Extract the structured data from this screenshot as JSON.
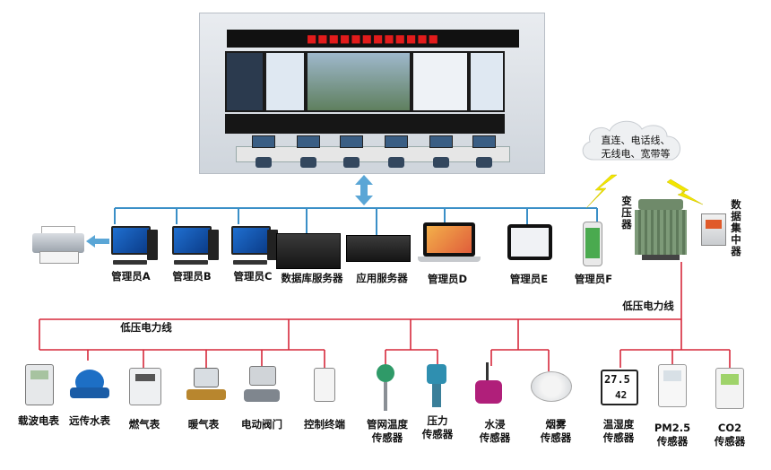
{
  "control_room": {
    "banner": "■■■■■■■■■■■■"
  },
  "cloud": {
    "line1": "直连、电话线、",
    "line2": "无线电、宽带等"
  },
  "lan_devices": [
    {
      "label": "管理员A"
    },
    {
      "label": "管理员B"
    },
    {
      "label": "管理员C"
    },
    {
      "label": "数据库服务器"
    },
    {
      "label": "应用服务器"
    },
    {
      "label": "管理员D"
    },
    {
      "label": "管理员E"
    },
    {
      "label": "管理员F"
    }
  ],
  "transformer": {
    "label": "变压器"
  },
  "concentrator": {
    "label": "数据集中器"
  },
  "power_line_right": "低压电力线",
  "power_line_left": "低压电力线",
  "field_devices": [
    {
      "label": "载波电表"
    },
    {
      "label": "远传水表"
    },
    {
      "label": "燃气表"
    },
    {
      "label": "暖气表"
    },
    {
      "label": "电动阀门"
    },
    {
      "label": "控制终端"
    },
    {
      "label1": "管网温度",
      "label2": "传感器"
    },
    {
      "label1": "压力",
      "label2": "传感器"
    },
    {
      "label1": "水浸",
      "label2": "传感器"
    },
    {
      "label1": "烟雾",
      "label2": "传感器"
    },
    {
      "label1": "温湿度",
      "label2": "传感器"
    },
    {
      "label1": "PM2.5",
      "label2": "传感器"
    },
    {
      "label1": "CO2",
      "label2": "传感器"
    }
  ],
  "thermo_display": {
    "temp": "27.5",
    "hum": "42"
  }
}
